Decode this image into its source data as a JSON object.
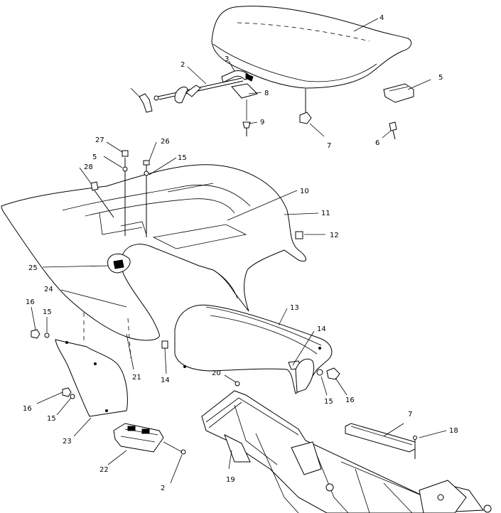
{
  "callouts": [
    {
      "id": "4",
      "text": "4"
    },
    {
      "id": "3",
      "text": "3"
    },
    {
      "id": "2",
      "text": "2"
    },
    {
      "id": "8",
      "text": "8"
    },
    {
      "id": "9",
      "text": "9"
    },
    {
      "id": "5a",
      "text": "5"
    },
    {
      "id": "7a",
      "text": "7"
    },
    {
      "id": "6",
      "text": "6"
    },
    {
      "id": "27",
      "text": "27"
    },
    {
      "id": "5b",
      "text": "5"
    },
    {
      "id": "26",
      "text": "26"
    },
    {
      "id": "28",
      "text": "28"
    },
    {
      "id": "15a",
      "text": "15"
    },
    {
      "id": "10",
      "text": "10"
    },
    {
      "id": "11",
      "text": "11"
    },
    {
      "id": "12",
      "text": "12"
    },
    {
      "id": "25",
      "text": "25"
    },
    {
      "id": "24",
      "text": "24"
    },
    {
      "id": "13",
      "text": "13"
    },
    {
      "id": "16a",
      "text": "16"
    },
    {
      "id": "15b",
      "text": "15"
    },
    {
      "id": "14a",
      "text": "14"
    },
    {
      "id": "21",
      "text": "21"
    },
    {
      "id": "14b",
      "text": "14"
    },
    {
      "id": "20",
      "text": "20"
    },
    {
      "id": "15c",
      "text": "15"
    },
    {
      "id": "16b",
      "text": "16"
    },
    {
      "id": "16c",
      "text": "16"
    },
    {
      "id": "15d",
      "text": "15"
    },
    {
      "id": "23",
      "text": "23"
    },
    {
      "id": "7b",
      "text": "7"
    },
    {
      "id": "18",
      "text": "18"
    },
    {
      "id": "22",
      "text": "22"
    },
    {
      "id": "2b",
      "text": "2"
    },
    {
      "id": "19",
      "text": "19"
    }
  ]
}
